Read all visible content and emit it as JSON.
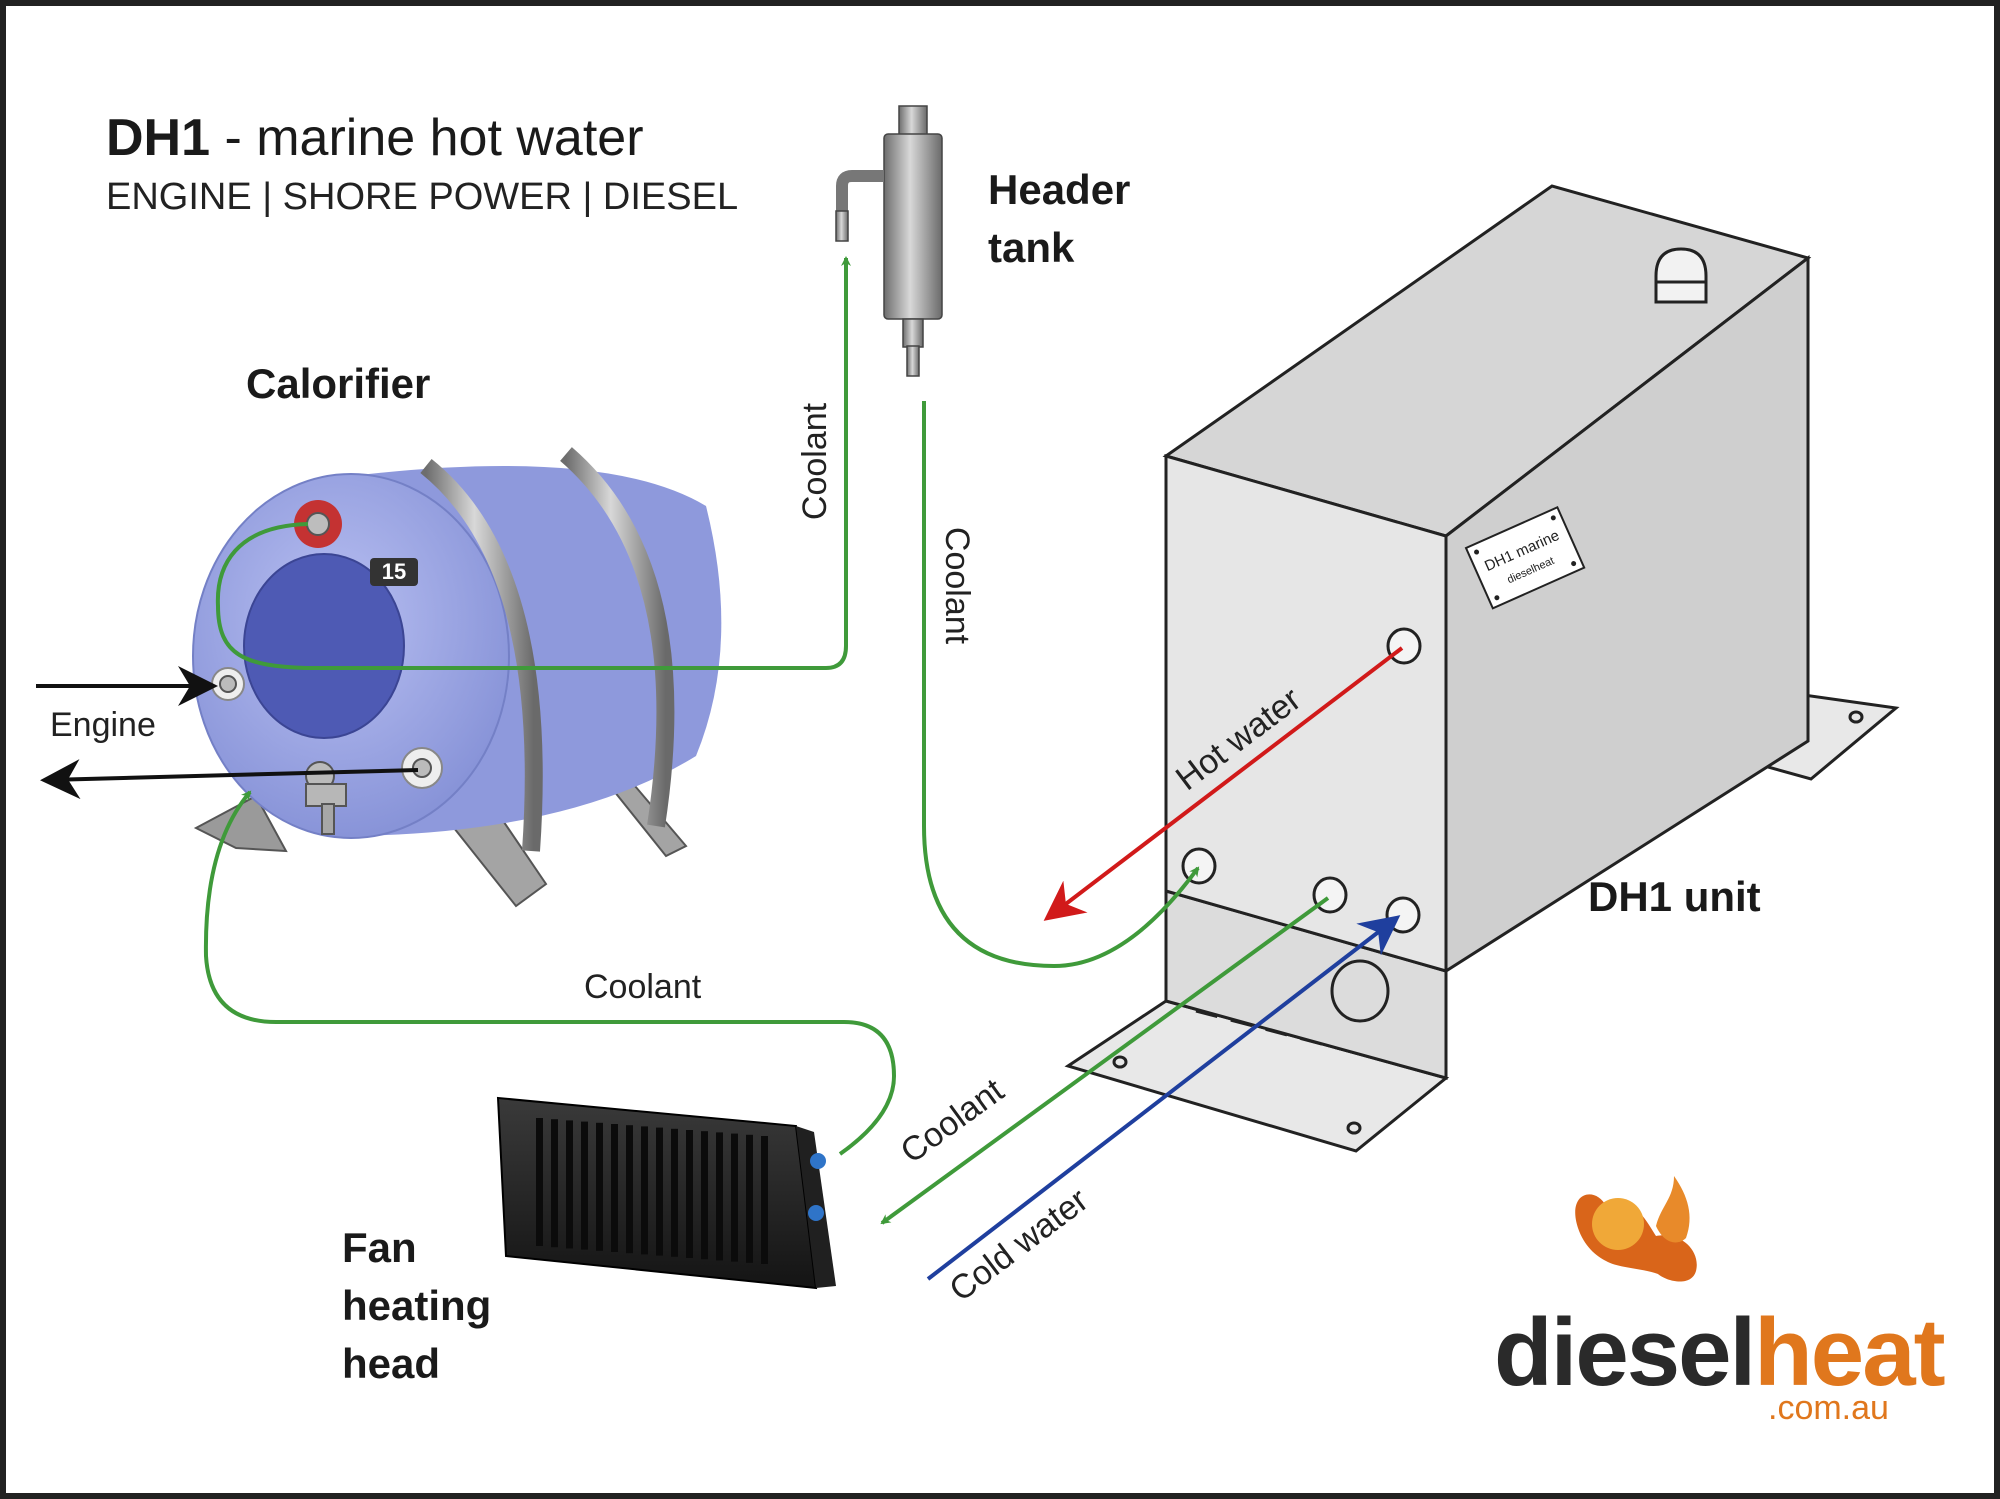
{
  "title": {
    "bold": "DH1",
    "rest": " - marine hot water"
  },
  "subtitle": "ENGINE | SHORE POWER | DIESEL",
  "labels": {
    "calorifier": "Calorifier",
    "header_tank_line1": "Header",
    "header_tank_line2": "tank",
    "dh1_unit": "DH1 unit",
    "fan_line1": "Fan",
    "fan_line2": "heating",
    "fan_line3": "head",
    "engine": "Engine",
    "coolant_vertical_left": "Coolant",
    "coolant_vertical_right": "Coolant",
    "coolant_bottom": "Coolant",
    "coolant_diagonal": "Coolant",
    "hot_water": "Hot water",
    "cold_water": "Cold water"
  },
  "unit_plate": {
    "line1": "DH1 marine",
    "line2": "dieselheat"
  },
  "calorifier_badge": "15",
  "logo": {
    "part1": "diesel",
    "part2": "heat",
    "domain": ".com.au"
  },
  "colors": {
    "coolant": "#3f9a3a",
    "hot_water": "#d11a1a",
    "cold_water": "#1f3f9e",
    "engine": "#111111",
    "unit_fill": "#e4e4e4",
    "calorifier": "#9ea8e6",
    "logo_orange": "#e0771d"
  }
}
